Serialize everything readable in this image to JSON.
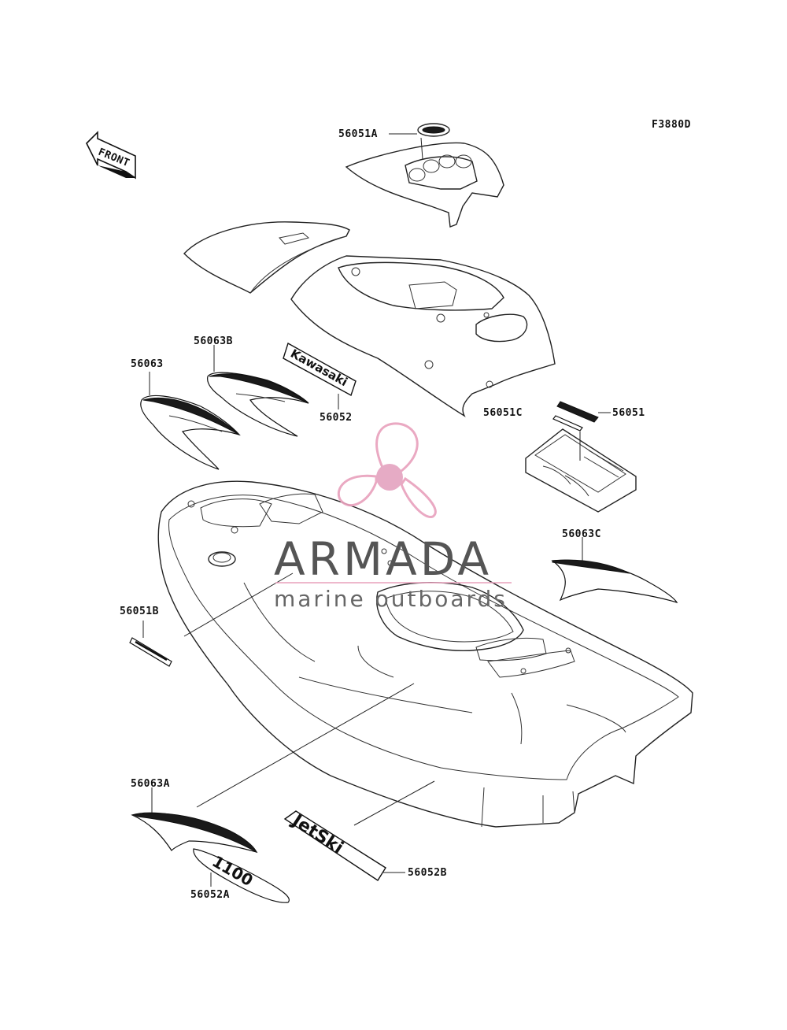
{
  "figure_code": "F3880D",
  "front_arrow_text": "FRONT",
  "watermark": {
    "brand": "ARMADA",
    "tagline": "marine outboards",
    "propeller_color": "#e8a0bc",
    "hub_color": "#e4a3bf"
  },
  "decal_texts": {
    "kawasaki": "Kawasaki",
    "jetski": "JetSki",
    "model": "1100"
  },
  "callouts": [
    {
      "id": "56051A",
      "text": "56051A"
    },
    {
      "id": "56063B",
      "text": "56063B"
    },
    {
      "id": "56063",
      "text": "56063"
    },
    {
      "id": "56052",
      "text": "56052"
    },
    {
      "id": "56051C",
      "text": "56051C"
    },
    {
      "id": "56051",
      "text": "56051"
    },
    {
      "id": "56063C",
      "text": "56063C"
    },
    {
      "id": "56051B",
      "text": "56051B"
    },
    {
      "id": "56063A",
      "text": "56063A"
    },
    {
      "id": "56052A",
      "text": "56052A"
    },
    {
      "id": "56052B",
      "text": "56052B"
    }
  ]
}
